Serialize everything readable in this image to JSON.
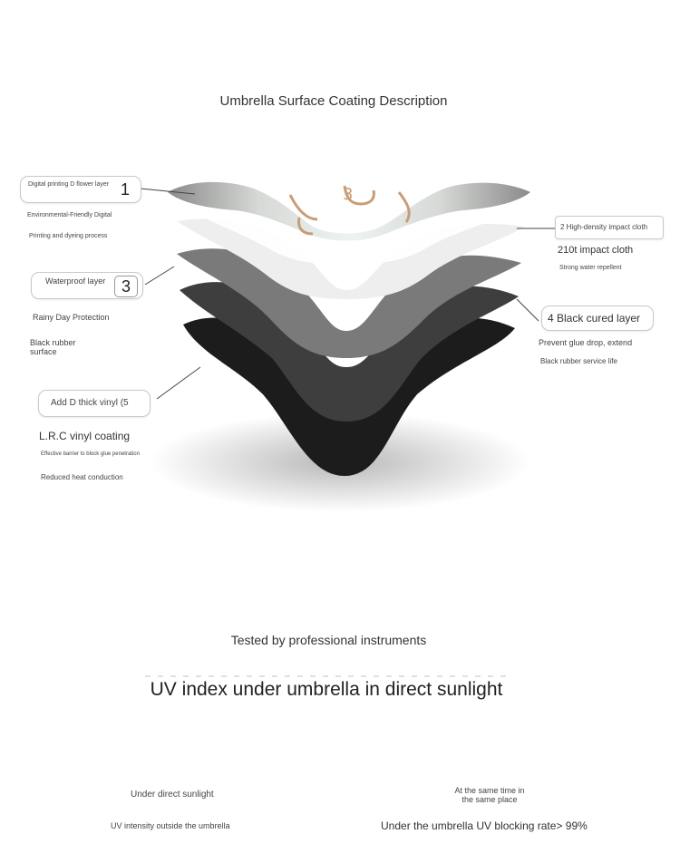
{
  "title": "Umbrella Surface Coating Description",
  "layers": {
    "layer1": {
      "label": "Digital printing D flower layer",
      "number": "1",
      "notes": [
        "Environmental-Friendly Digital",
        "Printing and dyeing process"
      ]
    },
    "layer2": {
      "label": "2 High-density impact cloth",
      "name": "210t impact cloth",
      "note": "Strong water repellent"
    },
    "layer3": {
      "label": "Waterproof layer",
      "number": "3",
      "notes": [
        "Rainy Day Protection",
        "Black rubber surface"
      ]
    },
    "layer4": {
      "label": "4 Black cured layer",
      "notes": [
        "Prevent glue drop, extend",
        "Black rubber service life"
      ]
    },
    "layer5": {
      "label": "Add D thick vinyl (5",
      "name": "L.R.C vinyl coating",
      "notes": [
        "Effective barrier to block glue penetration",
        "Reduced heat conduction"
      ]
    }
  },
  "test": {
    "subtitle": "Tested by professional instruments",
    "headline": "UV index under umbrella in direct sunlight",
    "left_caption": "Under direct sunlight",
    "left_value": "UV intensity outside the umbrella",
    "right_caption": "At the same time in the same place",
    "right_value": "Under the umbrella UV blocking rate> 99%"
  },
  "colors": {
    "layer_black": "#1c1c1c",
    "layer_dark": "#3e3e3e",
    "layer_mid": "#7a7a7a",
    "layer_light": "#eeeeee",
    "print_gold": "#c99c76"
  }
}
